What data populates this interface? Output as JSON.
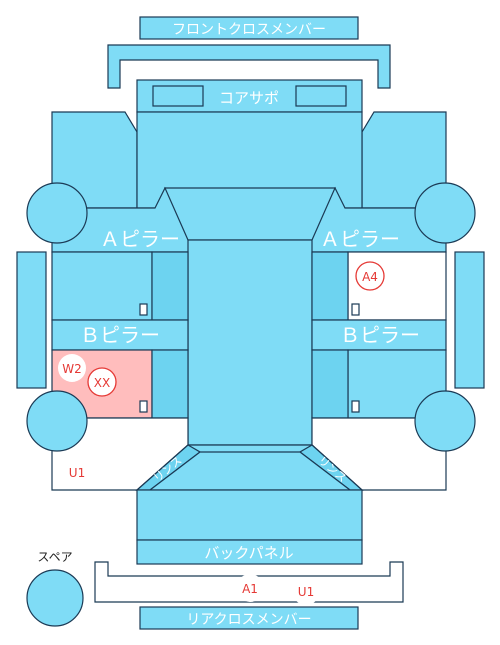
{
  "parts": {
    "front_cross_member": "フロントクロスメンバー",
    "core_support": "コアサポ",
    "a_pillar_left": "Ａピラー",
    "a_pillar_right": "Ａピラー",
    "b_pillar_left": "Ｂピラー",
    "b_pillar_right": "Ｂピラー",
    "back_panel": "バックパネル",
    "rear_cross_member": "リアクロスメンバー",
    "rear_inner_left": "リンス",
    "rear_inner_right": "リンス",
    "spare": "スペア"
  },
  "marks": {
    "a4": "A4",
    "w2": "W2",
    "xx": "XX",
    "u1_side": "U1",
    "a1": "A1",
    "u1_bottom": "U1"
  },
  "colors": {
    "part": "#7fdcf6",
    "damaged": "#ffbdbd",
    "mark": "#e53935"
  }
}
